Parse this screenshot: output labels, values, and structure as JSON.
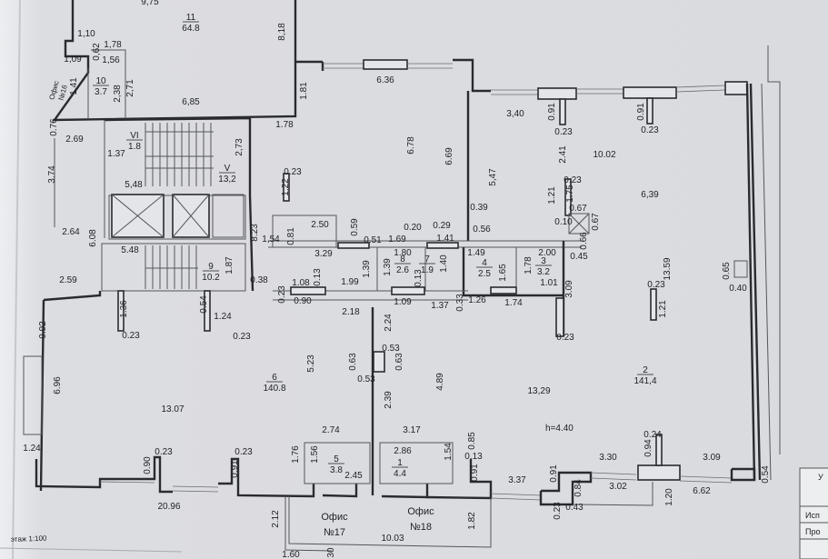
{
  "footer": {
    "scale_label": "этаж 1:100"
  },
  "title_block": {
    "row1": "У",
    "row2": "Исп",
    "row3": "Про"
  },
  "ceiling_height": "h=4.40",
  "offices": [
    {
      "line1": "Офис",
      "line2": "№16"
    },
    {
      "line1": "Офис",
      "line2": "№17"
    },
    {
      "line1": "Офис",
      "line2": "№18"
    }
  ],
  "rooms": [
    {
      "number": "11",
      "area": "64.8"
    },
    {
      "number": "10",
      "area": "3.7"
    },
    {
      "number": "VI",
      "area": "1.8"
    },
    {
      "number": "V",
      "area": "13,2"
    },
    {
      "number": "9",
      "area": "10.2"
    },
    {
      "number": "8",
      "area": "2.6"
    },
    {
      "number": "7",
      "area": "1.9"
    },
    {
      "number": "4",
      "area": "2.5"
    },
    {
      "number": "3",
      "area": "3.2"
    },
    {
      "number": "6",
      "area": "140.8"
    },
    {
      "number": "5",
      "area": "3.8"
    },
    {
      "number": "1",
      "area": "4.4"
    },
    {
      "number": "2",
      "area": "141,4"
    }
  ],
  "dimensions": [
    "9,75",
    "8,18",
    "1,10",
    "0,62",
    "1,78",
    "1,09",
    "1,56",
    "1,41",
    "2,38",
    "2,71",
    "6,85",
    "1.81",
    "6.36",
    "6.78",
    "6.69",
    "3,40",
    "0.91",
    "0.23",
    "0.91",
    "0.23",
    "2.41",
    "10.02",
    "5,47",
    "1.78",
    "2.69",
    "0.76",
    "1.37",
    "2,73",
    "3.74",
    "5,48",
    "0.23",
    "1.22",
    "0.23",
    "1.21",
    "1.75",
    "6,39",
    "0.67",
    "0.67",
    "0.10",
    "0.39",
    "2.50",
    "0.59",
    "0.20",
    "0.29",
    "0.56",
    "2.64",
    "6.08",
    "8.23",
    "1,54",
    "0.81",
    "0.51",
    "1.69",
    "1.41",
    "0.66",
    "3.29",
    "5.48",
    "1.80",
    "1.49",
    "2.00",
    "0.45",
    "1.87",
    "1.39",
    "1.39",
    "1.40",
    "1.65",
    "1.78",
    "2.59",
    "0.38",
    "0.13",
    "1.08",
    "1.99",
    "0.13",
    "13.59",
    "0.65",
    "0.40",
    "0.23",
    "1.21",
    "3.09",
    "1.01",
    "0.23",
    "0.90",
    "1.09",
    "1.37",
    "1.26",
    "1.74",
    "0.33",
    "2.18",
    "0.54",
    "1.36",
    "1.24",
    "0.23",
    "0.23",
    "2.24",
    "0.23",
    "0.92",
    "0.63",
    "0.53",
    "0.63",
    "0.53",
    "5.23",
    "4.89",
    "13,29",
    "6.96",
    "13.07",
    "2.39",
    "1.24",
    "2.74",
    "3.17",
    "0.24",
    "0.85",
    "0.94",
    "1.76",
    "1.56",
    "2.86",
    "1.54",
    "0.13",
    "3.30",
    "3.09",
    "0.23",
    "0.23",
    "0.90",
    "0.91",
    "2.45",
    "0.91",
    "0.91",
    "0.54",
    "3.37",
    "0.84",
    "3.02",
    "1.20",
    "6.62",
    "20.96",
    "0.23",
    "0.43",
    "2.12",
    "1.82",
    "10.03",
    "1.60",
    "30"
  ]
}
